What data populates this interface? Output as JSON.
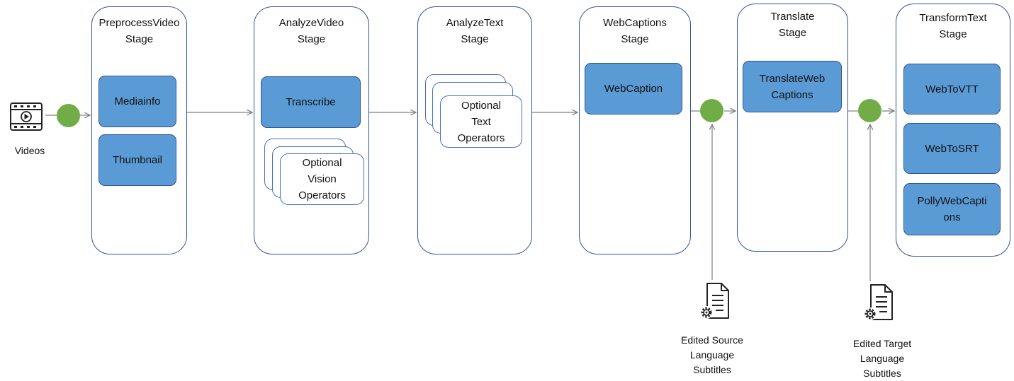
{
  "input": {
    "label": "Videos",
    "icon": "video-file-icon"
  },
  "stages": [
    {
      "id": "preprocess",
      "title_line1": "PreprocessVideo",
      "title_line2": "Stage",
      "operators": [
        "Mediainfo",
        "Thumbnail"
      ]
    },
    {
      "id": "analyze-video",
      "title_line1": "AnalyzeVideo",
      "title_line2": "Stage",
      "operators": [
        "Transcribe"
      ],
      "optional": [
        "Optional",
        "Vision",
        "Operators"
      ]
    },
    {
      "id": "analyze-text",
      "title_line1": "AnalyzeText",
      "title_line2": "Stage",
      "optional": [
        "Optional",
        "Text",
        "Operators"
      ]
    },
    {
      "id": "webcaptions",
      "title_line1": "WebCaptions",
      "title_line2": "Stage",
      "operators": [
        "WebCaption"
      ]
    },
    {
      "id": "translate",
      "title_line1": "Translate",
      "title_line2": "Stage",
      "operators": [
        [
          "TranslateWeb",
          "Captions"
        ]
      ]
    },
    {
      "id": "transform-text",
      "title_line1": "TransformText",
      "title_line2": "Stage",
      "operators": [
        "WebToVTT",
        "WebToSRT",
        [
          "PollyWebCapti",
          "ons"
        ]
      ]
    }
  ],
  "edits": [
    {
      "lines": [
        "Edited Source",
        "Language",
        "Subtitles"
      ],
      "icon": "document-gear-icon"
    },
    {
      "lines": [
        "Edited Target",
        "Language",
        "Subtitles"
      ],
      "icon": "document-gear-icon"
    }
  ],
  "colors": {
    "operator_fill": "#5b9bd5",
    "operator_border": "#2f5597",
    "stage_border": "#2f5597",
    "gate_dot": "#70ad47",
    "connector": "#7f7f7f"
  }
}
